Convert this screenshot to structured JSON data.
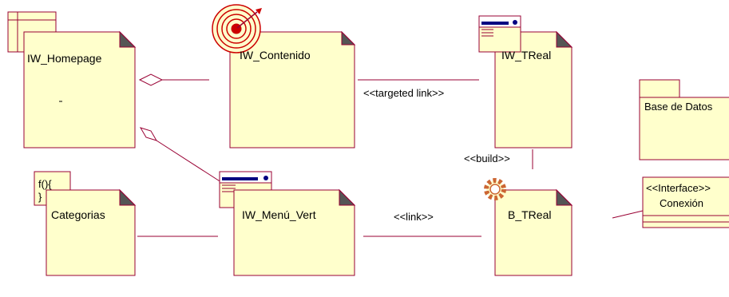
{
  "colors": {
    "fill": "#ffffcc",
    "stroke": "#990033",
    "target_red": "#cc0000",
    "gear": "#cc6633",
    "window_blue": "#000080"
  },
  "nodes": {
    "homepage": {
      "label": "IW_Homepage",
      "icon": "server-page-icon"
    },
    "contenido": {
      "label": "IW_Contenido",
      "icon": "target-icon"
    },
    "treal": {
      "label": "IW_TReal",
      "icon": "client-page-icon"
    },
    "base_datos": {
      "label": "Base de Datos",
      "icon": "package-icon"
    },
    "categorias": {
      "label": "Categorias",
      "icon": "script-icon",
      "icon_text": "f(){\n}"
    },
    "menu_vert": {
      "label": "IW_Menú_Vert",
      "icon": "client-page-icon"
    },
    "b_treal": {
      "label": "B_TReal",
      "icon": "gear-icon"
    },
    "conexion": {
      "stereotype": "<<Interface>>",
      "label": "Conexión"
    }
  },
  "edges": {
    "targeted_link": "<<targeted link>>",
    "build": "<<build>>",
    "link": "<<link>>"
  }
}
